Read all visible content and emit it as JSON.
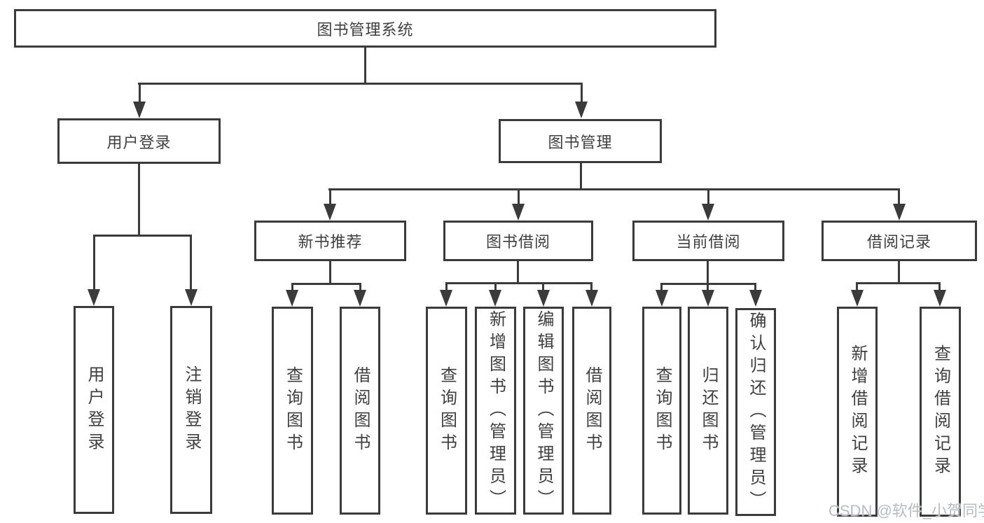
{
  "diagram": {
    "title": "图书管理系统",
    "level1": [
      {
        "label": "用户登录"
      },
      {
        "label": "图书管理"
      }
    ],
    "level2": [
      {
        "label": "新书推荐"
      },
      {
        "label": "图书借阅"
      },
      {
        "label": "当前借阅"
      },
      {
        "label": "借阅记录"
      }
    ],
    "leaves": [
      {
        "label": "用户登录"
      },
      {
        "label": "注销登录"
      },
      {
        "label": "查询图书"
      },
      {
        "label": "借阅图书"
      },
      {
        "label": "查询图书"
      },
      {
        "label": "新增图书（管理员）"
      },
      {
        "label": "编辑图书（管理员）"
      },
      {
        "label": "借阅图书"
      },
      {
        "label": "查询图书"
      },
      {
        "label": "归还图书"
      },
      {
        "label": "确认归还（管理员）"
      },
      {
        "label": "新增借阅记录"
      },
      {
        "label": "查询借阅记录"
      }
    ]
  },
  "watermark": {
    "text": "CSDN @软件_小贺同学"
  },
  "colors": {
    "line": "#3b3b3b",
    "box_border": "#3b3b3b",
    "text": "#3f3f3f",
    "watermark": "#b7bcc4",
    "background": "#ffffff"
  }
}
